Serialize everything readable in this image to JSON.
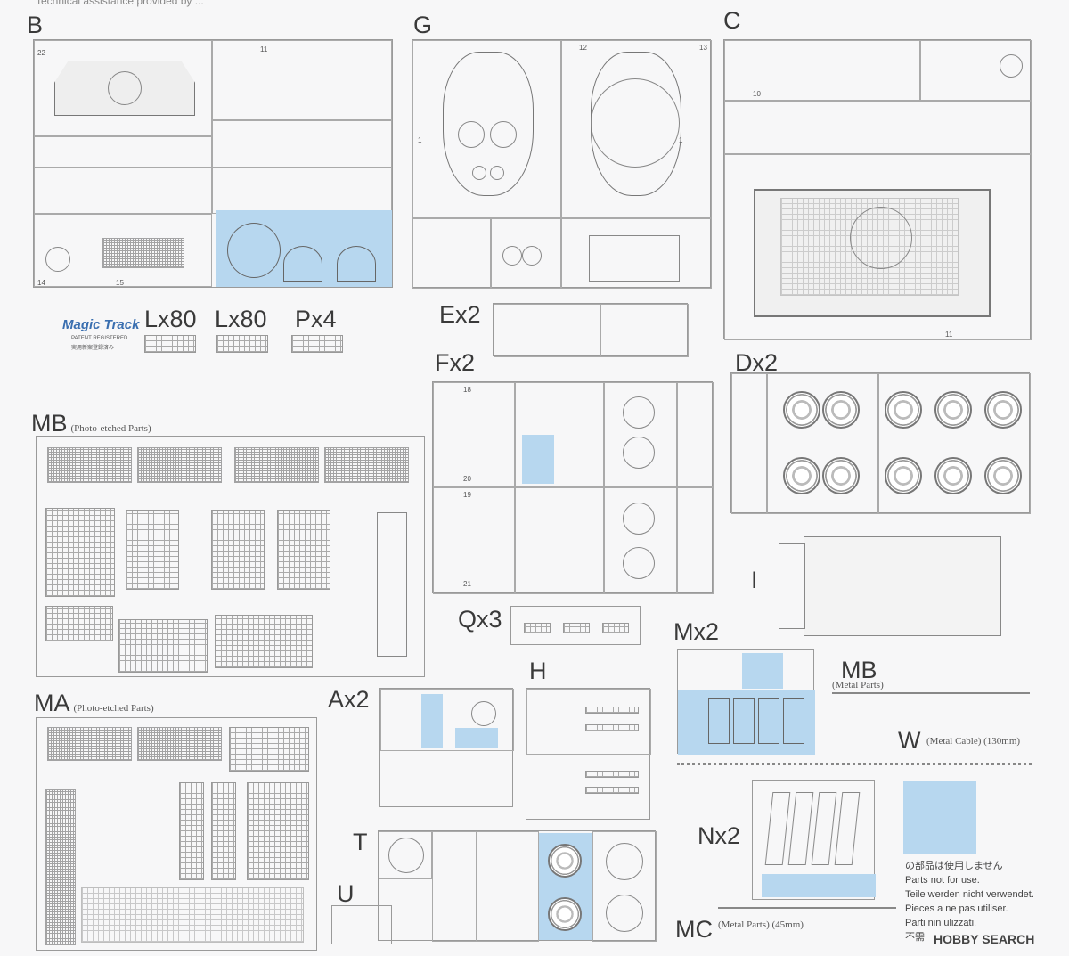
{
  "header_text": "Technical assistance provided by ...",
  "labels": {
    "B": "B",
    "G": "G",
    "C": "C",
    "Lx80a": "Lx80",
    "Lx80b": "Lx80",
    "Px4": "Px4",
    "Ex2": "Ex2",
    "Fx2": "Fx2",
    "Dx2": "Dx2",
    "MB": "MB",
    "MB_sub": "(Photo-etched Parts)",
    "I": "I",
    "Qx3": "Qx3",
    "Mx2": "Mx2",
    "MB_metal": "MB",
    "MB_metal_sub": "(Metal Parts)",
    "MA": "MA",
    "MA_sub": "(Photo-etched Parts)",
    "Ax2": "Ax2",
    "H": "H",
    "W": "W",
    "W_sub": "(Metal Cable)  (130mm)",
    "T": "T",
    "Nx2": "Nx2",
    "U": "U",
    "MC": "MC",
    "MC_sub": "(Metal Parts)  (45mm)"
  },
  "magic_track": {
    "line1": "Magic Track",
    "line2": "PATENT REGISTERED",
    "line3": "実用新案登録済み"
  },
  "notice": {
    "line1": "の部品は使用しません",
    "line2": "Parts not for use.",
    "line3": "Teile werden nicht verwendet.",
    "line4": "Pieces a ne pas utiliser.",
    "line5": "Parti nin ulizzati.",
    "line6": "不需"
  },
  "watermark": "HOBBY SEARCH",
  "colors": {
    "unused_highlight": "#b7d7ef",
    "line": "#9a9a9a",
    "background": "#f7f7f8"
  }
}
